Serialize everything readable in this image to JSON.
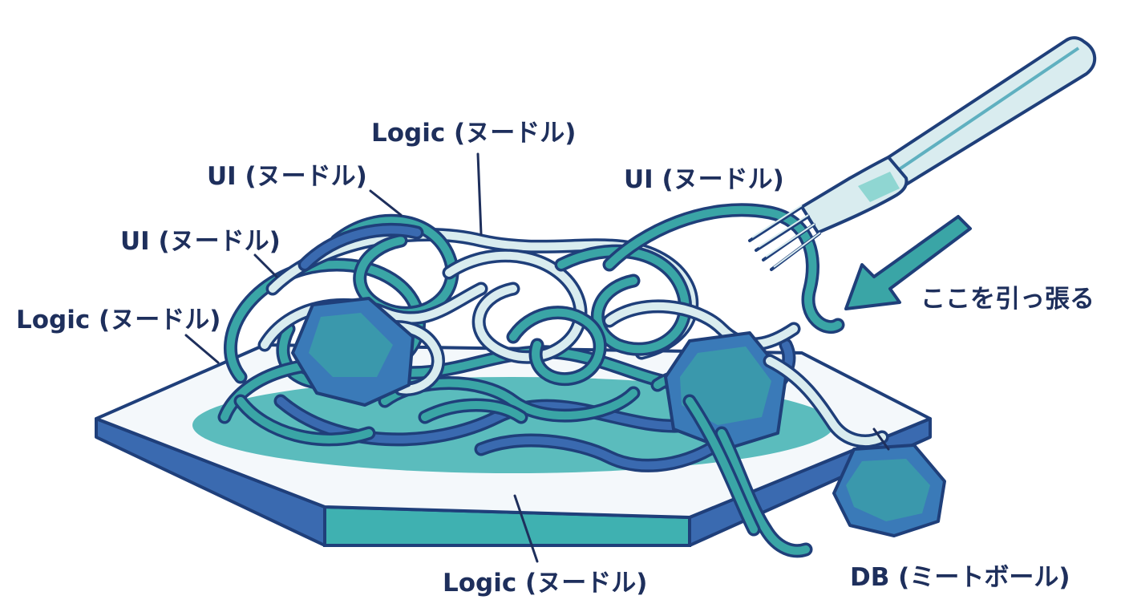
{
  "labels": {
    "logic_top": "Logic (ヌードル)",
    "ui_top": "UI (ヌードル)",
    "ui_mid": "UI (ヌードル)",
    "logic_left": "Logic (ヌードル)",
    "ui_right": "UI (ヌードル)",
    "pull_here": "ここを引っ張る",
    "logic_bottom": "Logic (ヌードル)",
    "db": "DB (ミートボール)"
  },
  "colors": {
    "outline": "#1f3f7a",
    "teal": "#3aa5a6",
    "light": "#d9ecef",
    "blue": "#3a6ab0",
    "plate_top": "#f4f8fb",
    "plate_side": "#3a9fb0",
    "text": "#1e2f5c"
  },
  "icons": [
    "fork-icon",
    "arrow-icon",
    "meatball-icon",
    "plate-icon"
  ]
}
